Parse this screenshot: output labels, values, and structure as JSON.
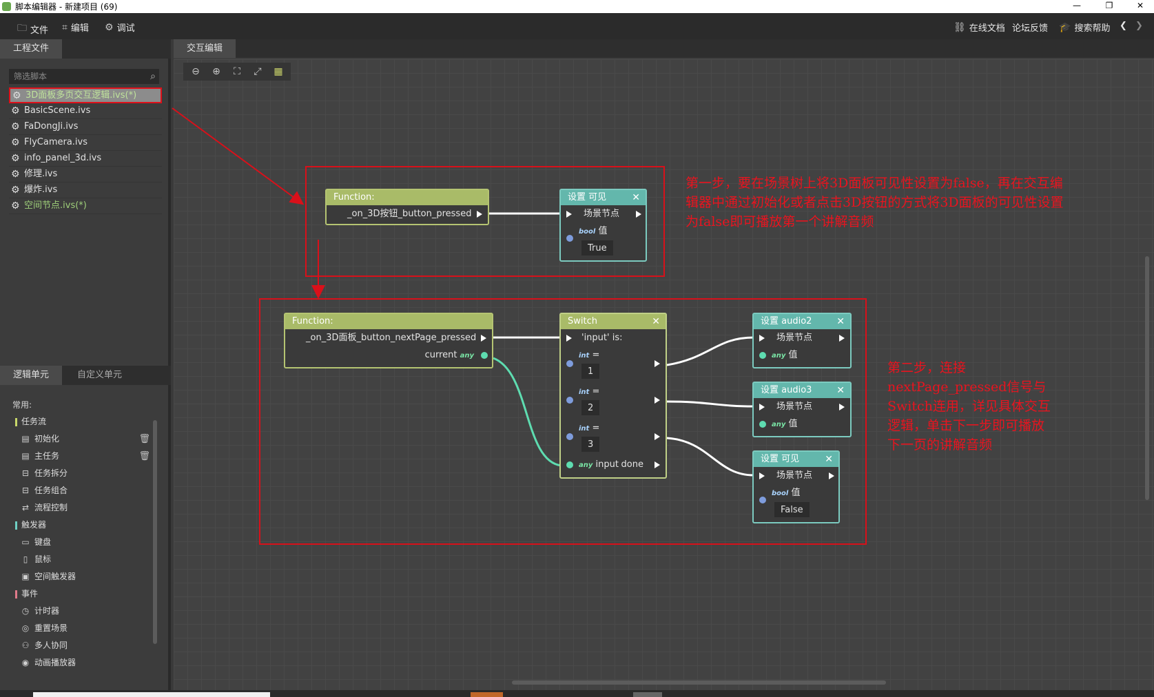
{
  "window": {
    "title": "脚本编辑器 - 新建项目 (69)",
    "minimize": "—",
    "restore": "❐",
    "close": "✕"
  },
  "menu": {
    "file": "文件",
    "edit": "编辑",
    "debug": "调试",
    "online_docs": "在线文档",
    "forum": "论坛反馈",
    "search_help": "搜索帮助",
    "back": "❮",
    "forward": "❯"
  },
  "project": {
    "tab": "工程文件",
    "search_placeholder": "筛选脚本",
    "files": [
      {
        "name": "3D面板多页交互逻辑.ivs(*)",
        "state": "selected"
      },
      {
        "name": "BasicScene.ivs",
        "state": "normal"
      },
      {
        "name": "FaDongJi.ivs",
        "state": "normal"
      },
      {
        "name": "FlyCamera.ivs",
        "state": "normal"
      },
      {
        "name": "info_panel_3d.ivs",
        "state": "normal"
      },
      {
        "name": "修理.ivs",
        "state": "normal"
      },
      {
        "name": "爆炸.ivs",
        "state": "normal"
      },
      {
        "name": "空间节点.ivs(*)",
        "state": "green"
      }
    ]
  },
  "units": {
    "tab_logic": "逻辑单元",
    "tab_custom": "自定义单元",
    "common_label": "常用:",
    "items": [
      {
        "label": "任务流",
        "kind": "category",
        "color": "#c8d86a"
      },
      {
        "label": "初始化",
        "kind": "sub",
        "icon": "▤",
        "deletable": true
      },
      {
        "label": "主任务",
        "kind": "sub",
        "icon": "▤",
        "deletable": true
      },
      {
        "label": "任务拆分",
        "kind": "sub",
        "icon": "⊟"
      },
      {
        "label": "任务组合",
        "kind": "sub",
        "icon": "⊟"
      },
      {
        "label": "流程控制",
        "kind": "sub",
        "icon": "⇄"
      },
      {
        "label": "触发器",
        "kind": "category",
        "color": "#6fd0c4"
      },
      {
        "label": "键盘",
        "kind": "sub",
        "icon": "▭"
      },
      {
        "label": "鼠标",
        "kind": "sub",
        "icon": "▯"
      },
      {
        "label": "空间触发器",
        "kind": "sub",
        "icon": "▣"
      },
      {
        "label": "事件",
        "kind": "category",
        "color": "#e07a8a"
      },
      {
        "label": "计时器",
        "kind": "sub",
        "icon": "◷"
      },
      {
        "label": "重置场景",
        "kind": "sub",
        "icon": "◎"
      },
      {
        "label": "多人协同",
        "kind": "sub",
        "icon": "⚇"
      },
      {
        "label": "动画播放器",
        "kind": "sub",
        "icon": "◉"
      }
    ]
  },
  "editor": {
    "tab": "交互编辑",
    "toolbar": [
      "⊖",
      "⊕",
      "⛶",
      "⤢",
      "▦"
    ],
    "nodes": {
      "fn1": {
        "header": "Function:",
        "name": "_on_3D按钮_button_pressed"
      },
      "vis1": {
        "header": "设置 可见",
        "scene": "场景节点",
        "type": "bool",
        "val_label": "值",
        "value": "True"
      },
      "fn2": {
        "header": "Function:",
        "name": "_on_3D面板_button_nextPage_pressed",
        "current": "current",
        "type": "any"
      },
      "sw": {
        "header": "Switch",
        "input_is": "'input' is:",
        "eq": "=",
        "type_int": "int",
        "cases": [
          "1",
          "2",
          "3"
        ],
        "type_any": "any",
        "input": "input",
        "done": "done"
      },
      "a2": {
        "header": "设置 audio2",
        "scene": "场景节点",
        "type": "any",
        "val_label": "值"
      },
      "a3": {
        "header": "设置 audio3",
        "scene": "场景节点",
        "type": "any",
        "val_label": "值"
      },
      "vis2": {
        "header": "设置 可见",
        "scene": "场景节点",
        "type": "bool",
        "val_label": "值",
        "value": "False"
      }
    },
    "notes": {
      "step1": "第一步，要在场景树上将3D面板可见性设置为false，再在交互编辑器中通过初始化或者点击3D按钮的方式将3D面板的可见性设置为false即可播放第一个讲解音频",
      "step2": "第二步，连接nextPage_pressed信号与Switch连用，详见具体交互逻辑，单击下一步即可播放下一页的讲解音频"
    }
  }
}
